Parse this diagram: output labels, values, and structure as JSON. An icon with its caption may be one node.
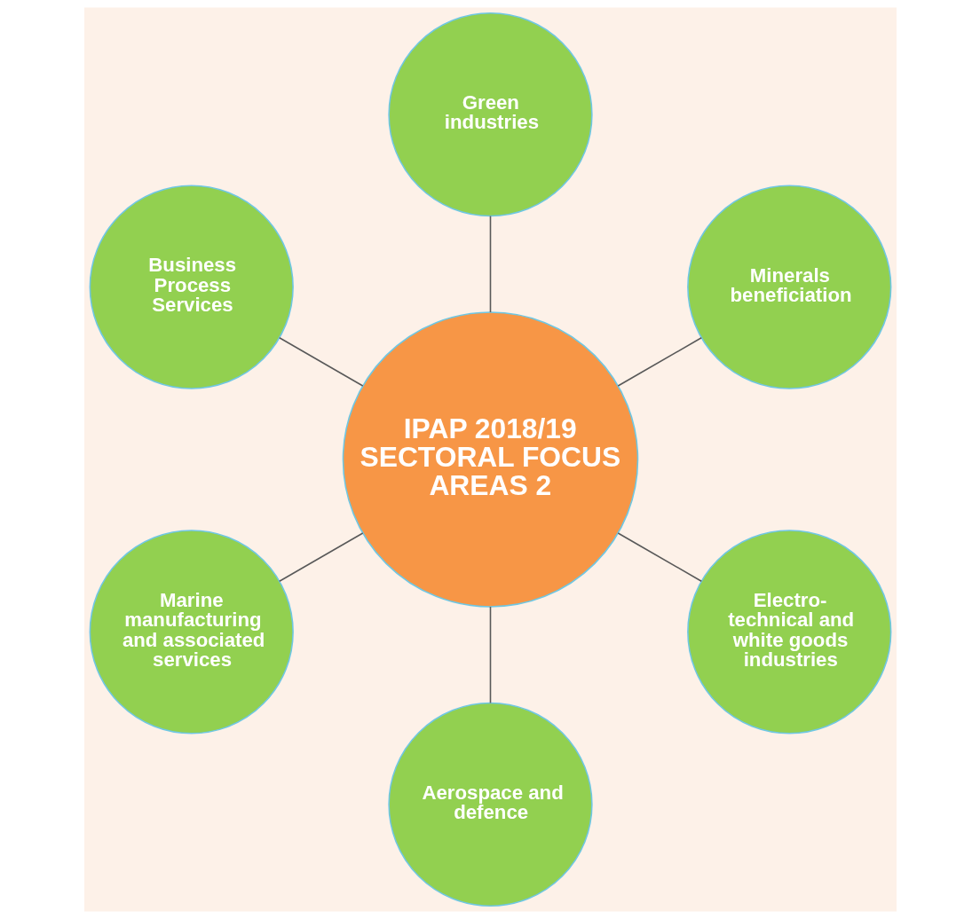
{
  "diagram": {
    "nodes": [
      {
        "text": [
          "IPAP 2018/19 SECTORAL FOCUS AREAS 2"
        ]
      },
      {
        "text": [
          "Minerals beneficiation"
        ]
      },
      {
        "text": [
          "Green industries"
        ]
      },
      {
        "text": [
          "Business Process Services"
        ]
      },
      {
        "text": [
          "Marine manufacturing and associated services"
        ]
      },
      {
        "text": [
          "Aerospace and defence"
        ]
      },
      {
        "text": [
          "Electro-technical and white goods industries"
        ]
      }
    ],
    "edges": [
      {
        "from": 0,
        "to": 1,
        "arrow": "none"
      },
      {
        "from": 0,
        "to": 2,
        "arrow": "none"
      },
      {
        "from": 0,
        "to": 3,
        "arrow": "none"
      },
      {
        "from": 0,
        "to": 4,
        "arrow": "none"
      },
      {
        "from": 0,
        "to": 5,
        "arrow": "none"
      },
      {
        "from": 0,
        "to": 6,
        "arrow": "none"
      }
    ]
  }
}
